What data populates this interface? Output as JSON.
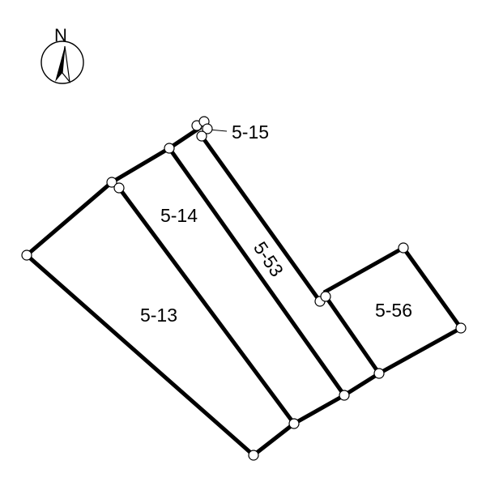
{
  "north_arrow": {
    "label": "N",
    "icon": "north-arrow-icon"
  },
  "parcels": [
    {
      "id": "5-13",
      "label": "5-13"
    },
    {
      "id": "5-14",
      "label": "5-14"
    },
    {
      "id": "5-53",
      "label": "5-53"
    },
    {
      "id": "5-56",
      "label": "5-56"
    },
    {
      "id": "5-15",
      "label": "5-15"
    }
  ],
  "colors": {
    "line": "#000000",
    "background": "#ffffff",
    "vertex_fill": "#ffffff"
  }
}
